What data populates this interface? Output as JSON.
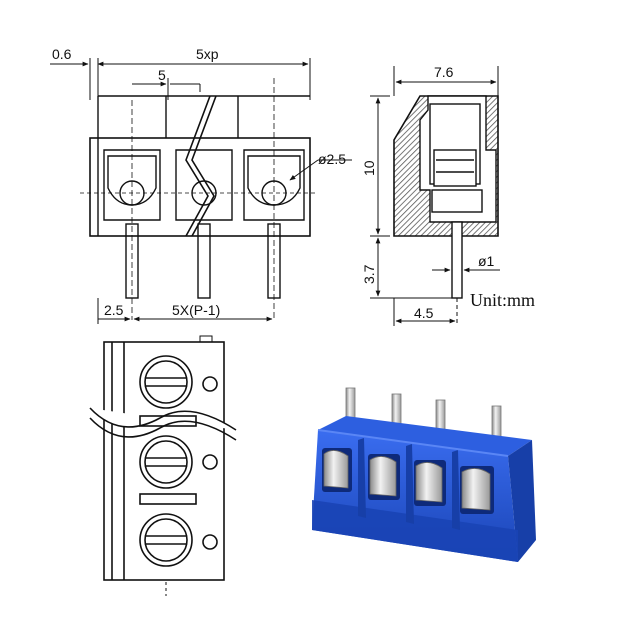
{
  "front_view": {
    "dim_offset": "0.6",
    "dim_total": "5xp",
    "dim_pitch": "5",
    "dim_hole": "ø2.5",
    "dim_edge": "2.5",
    "dim_span": "5X(P-1)"
  },
  "side_view": {
    "dim_width": "7.6",
    "dim_height": "10",
    "dim_pin_len": "3.7",
    "dim_pin_dia": "ø1",
    "dim_pin_pos": "4.5"
  },
  "unit_label": "Unit:mm",
  "colors": {
    "line": "#111111",
    "hatch": "#555555",
    "housing_blue": "#1f4fc9",
    "housing_dark": "#163b9a",
    "metal": "#c9c9c9"
  }
}
